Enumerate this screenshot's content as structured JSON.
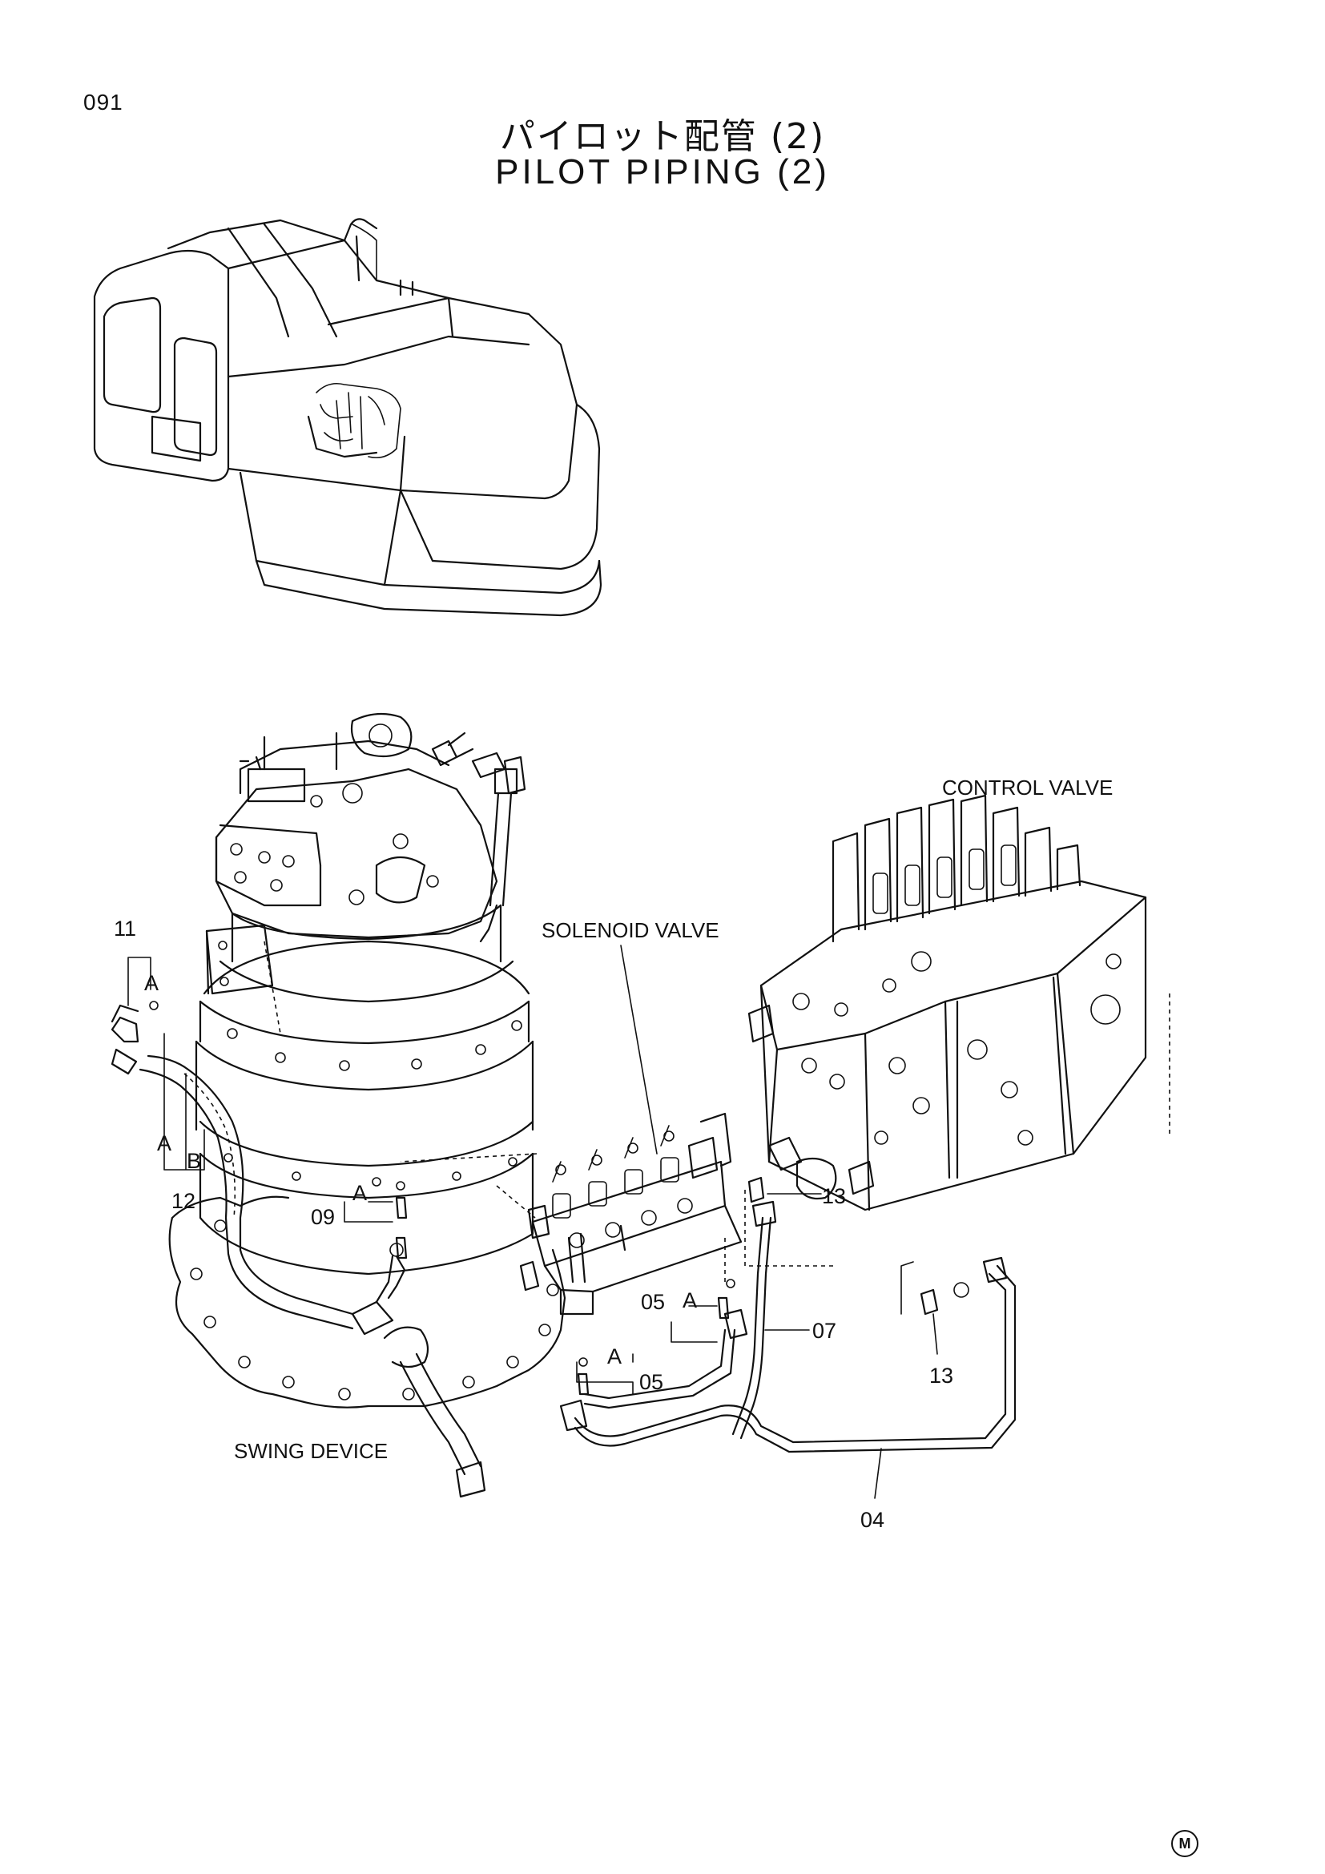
{
  "page": {
    "number": "091",
    "title_jp": "パイロット配管 (2)",
    "title_en": "PILOT PIPING (2)",
    "mark": "M"
  },
  "components": {
    "control_valve": "CONTROL VALVE",
    "solenoid_valve": "SOLENOID VALVE",
    "swing_device": "SWING DEVICE"
  },
  "part_numbers": {
    "p11": "11",
    "p12": "12",
    "p09": "09",
    "p05_a": "05",
    "p05_b": "05",
    "p07": "07",
    "p04": "04",
    "p13_a": "13",
    "p13_b": "13"
  },
  "connection_labels": {
    "a_top": "A",
    "a_hose": "A",
    "b_hose": "B",
    "a_09": "A",
    "a_05_upper": "A",
    "a_05_lower": "A"
  }
}
